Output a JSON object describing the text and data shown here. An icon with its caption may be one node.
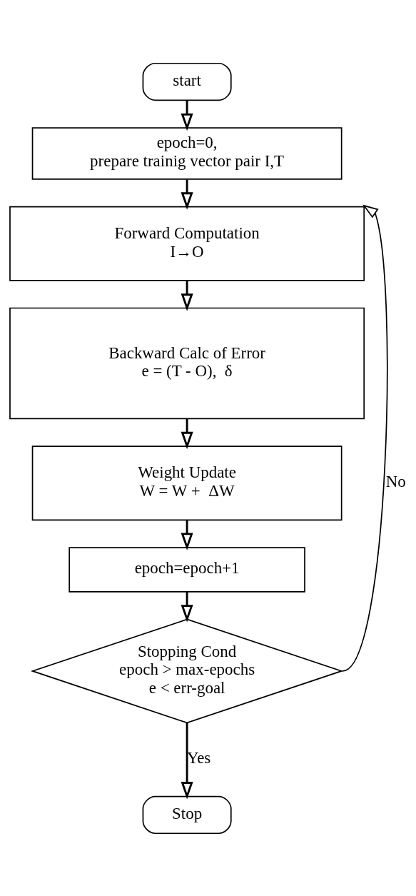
{
  "diagram": {
    "nodes": [
      {
        "text": [
          "start"
        ]
      },
      {
        "text": [
          "epoch=0,",
          "prepare trainig vector pair I,T"
        ]
      },
      {
        "text": [
          "Forward Computation",
          "I→O"
        ]
      },
      {
        "text": [
          "Backward Calc of Error",
          "e = (T - O),  δ"
        ]
      },
      {
        "text": [
          "Weight Update",
          "W = W +  ΔW"
        ]
      },
      {
        "text": [
          "epoch=epoch+1"
        ]
      },
      {
        "text": [
          "Stopping Cond",
          "epoch > max-epochs",
          "e < err-goal"
        ]
      },
      {
        "text": [
          "Stop"
        ]
      }
    ],
    "edges": [
      {
        "from": 0,
        "to": 1,
        "arrow": "to"
      },
      {
        "from": 1,
        "to": 2,
        "arrow": "to"
      },
      {
        "from": 2,
        "to": 3,
        "arrow": "to"
      },
      {
        "from": 3,
        "to": 4,
        "arrow": "to"
      },
      {
        "from": 4,
        "to": 5,
        "arrow": "to"
      },
      {
        "from": 5,
        "to": 6,
        "arrow": "to"
      },
      {
        "from": 6,
        "to": 7,
        "label": "Yes",
        "arrow": "to"
      },
      {
        "from": 6,
        "to": 2,
        "label": "No",
        "arrow": "to"
      }
    ]
  }
}
